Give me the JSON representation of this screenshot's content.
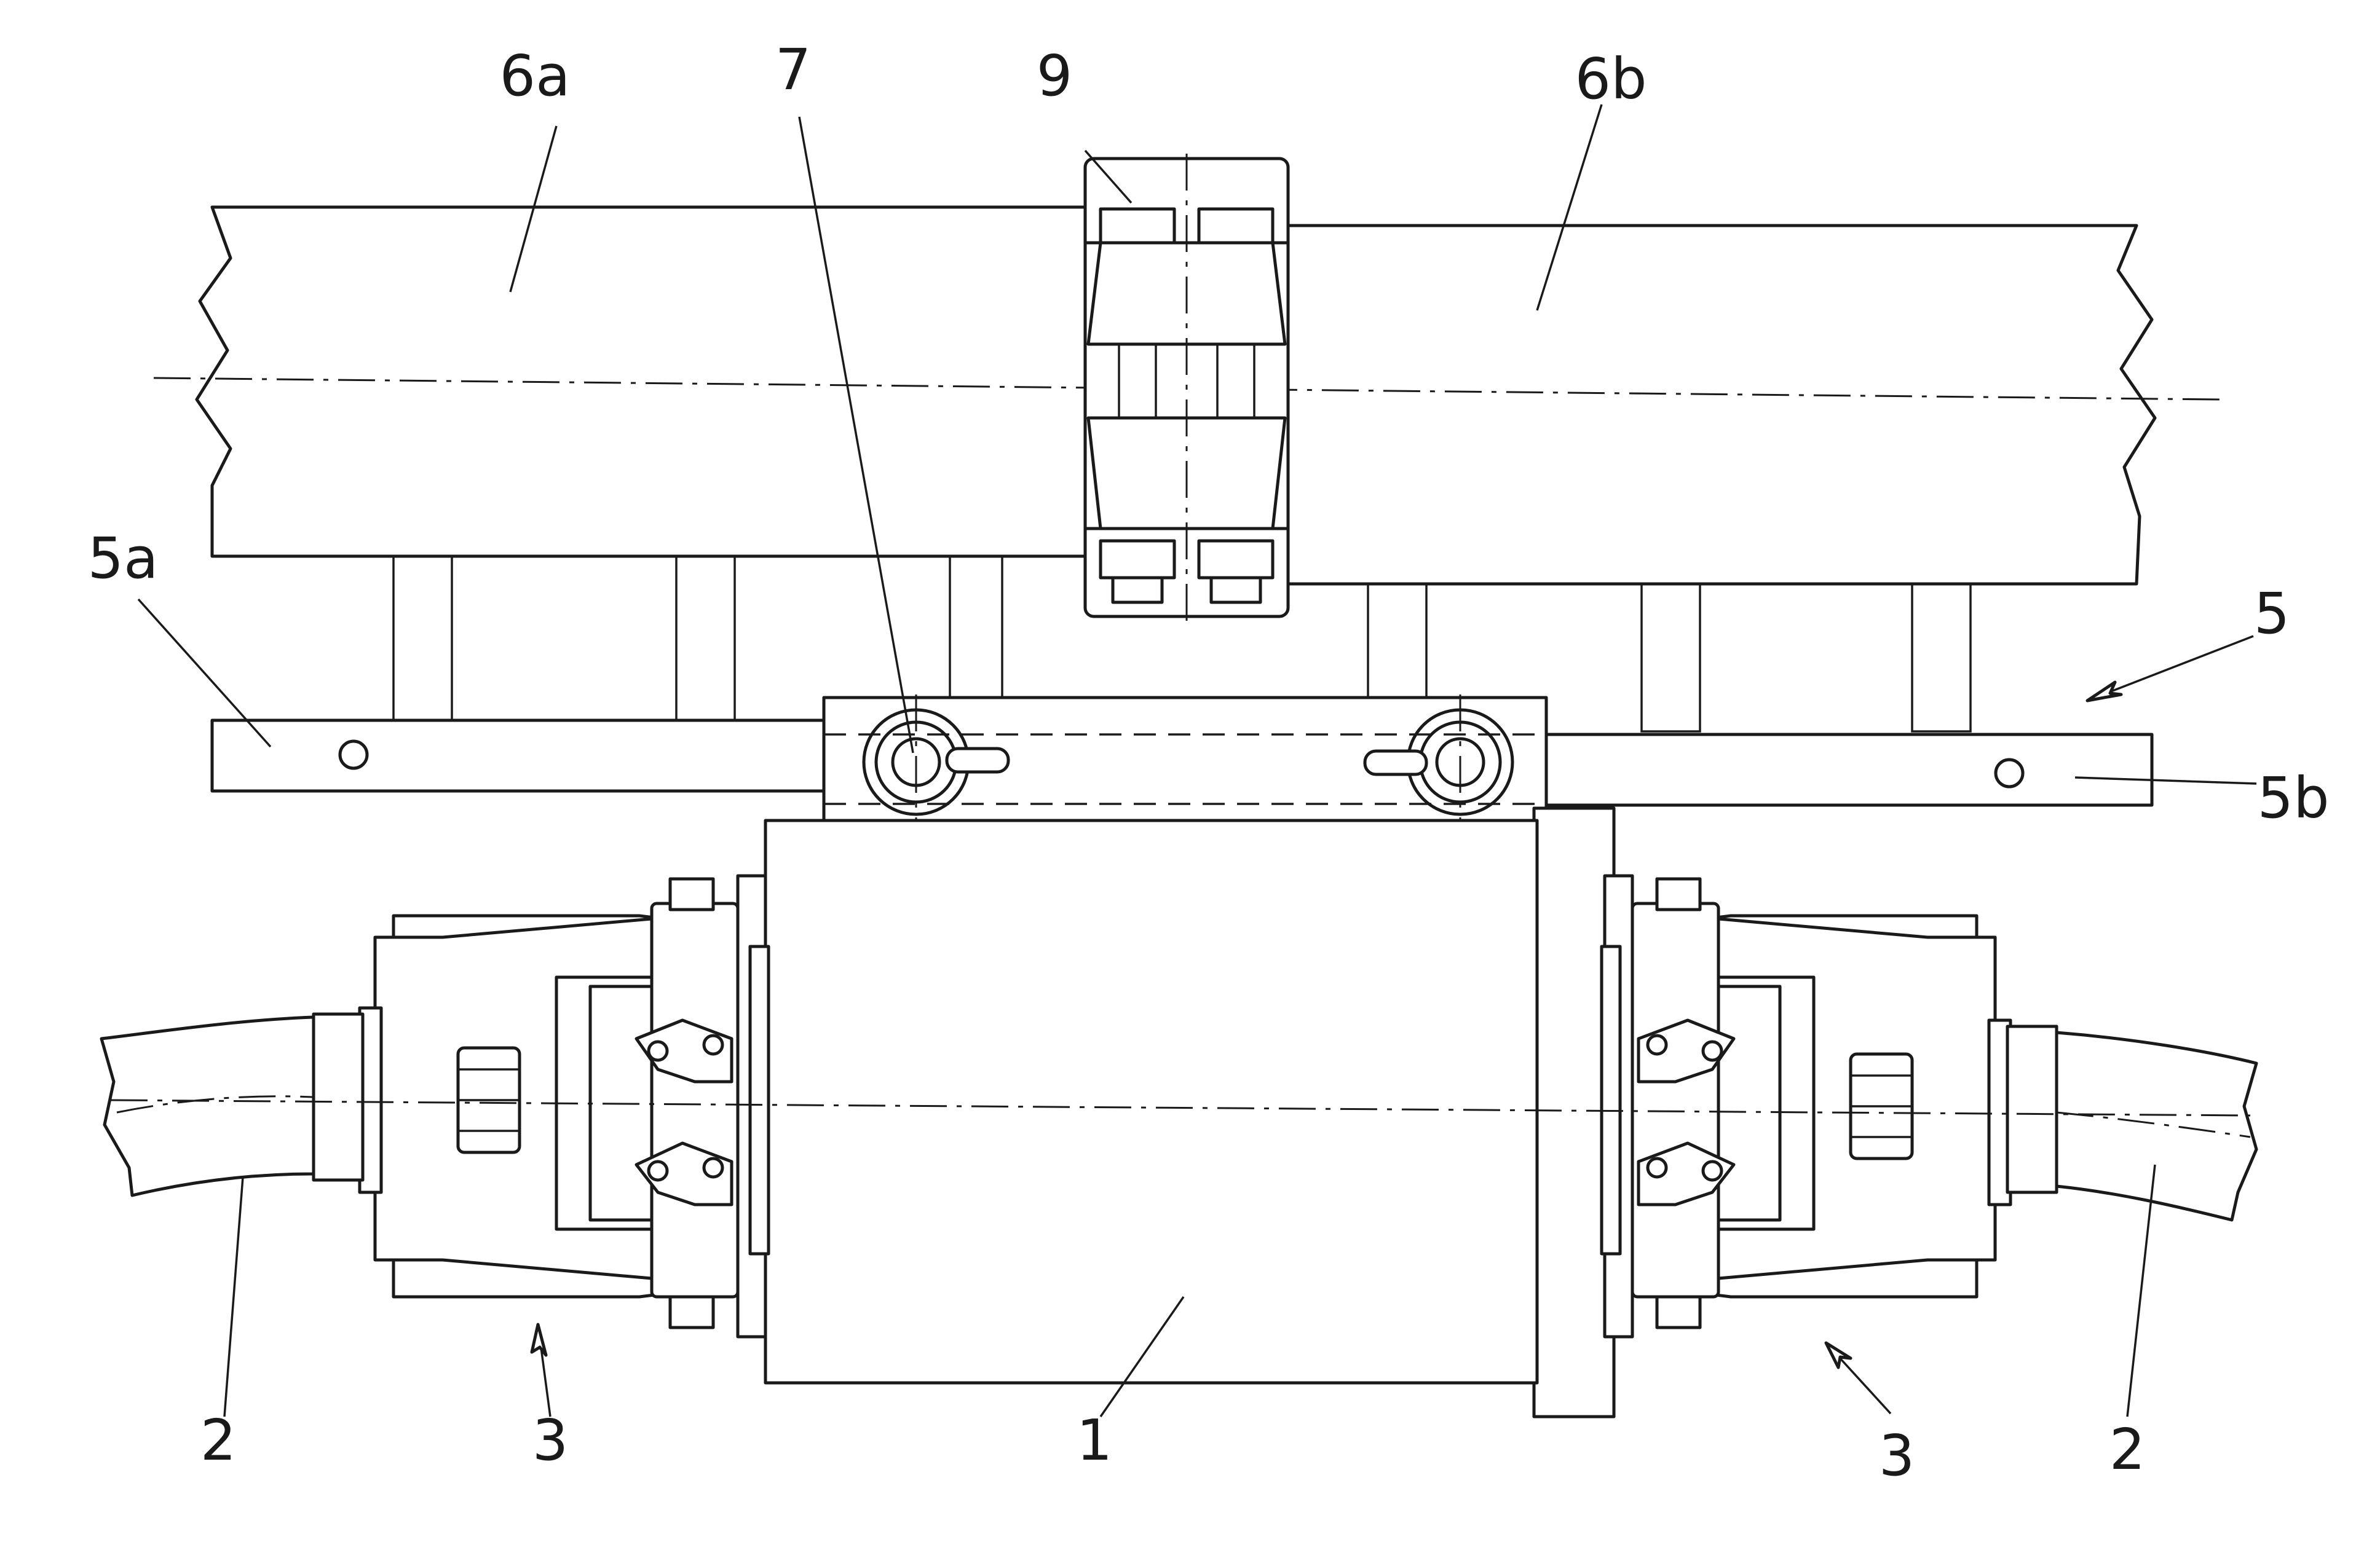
{
  "labels": {
    "l6a": "6a",
    "l7": "7",
    "l9": "9",
    "l6b": "6b",
    "l5a": "5a",
    "l5": "5",
    "l5b": "5b",
    "l2_left": "2",
    "l3_left": "3",
    "l1": "1",
    "l3_right": "3",
    "l2_right": "2"
  }
}
